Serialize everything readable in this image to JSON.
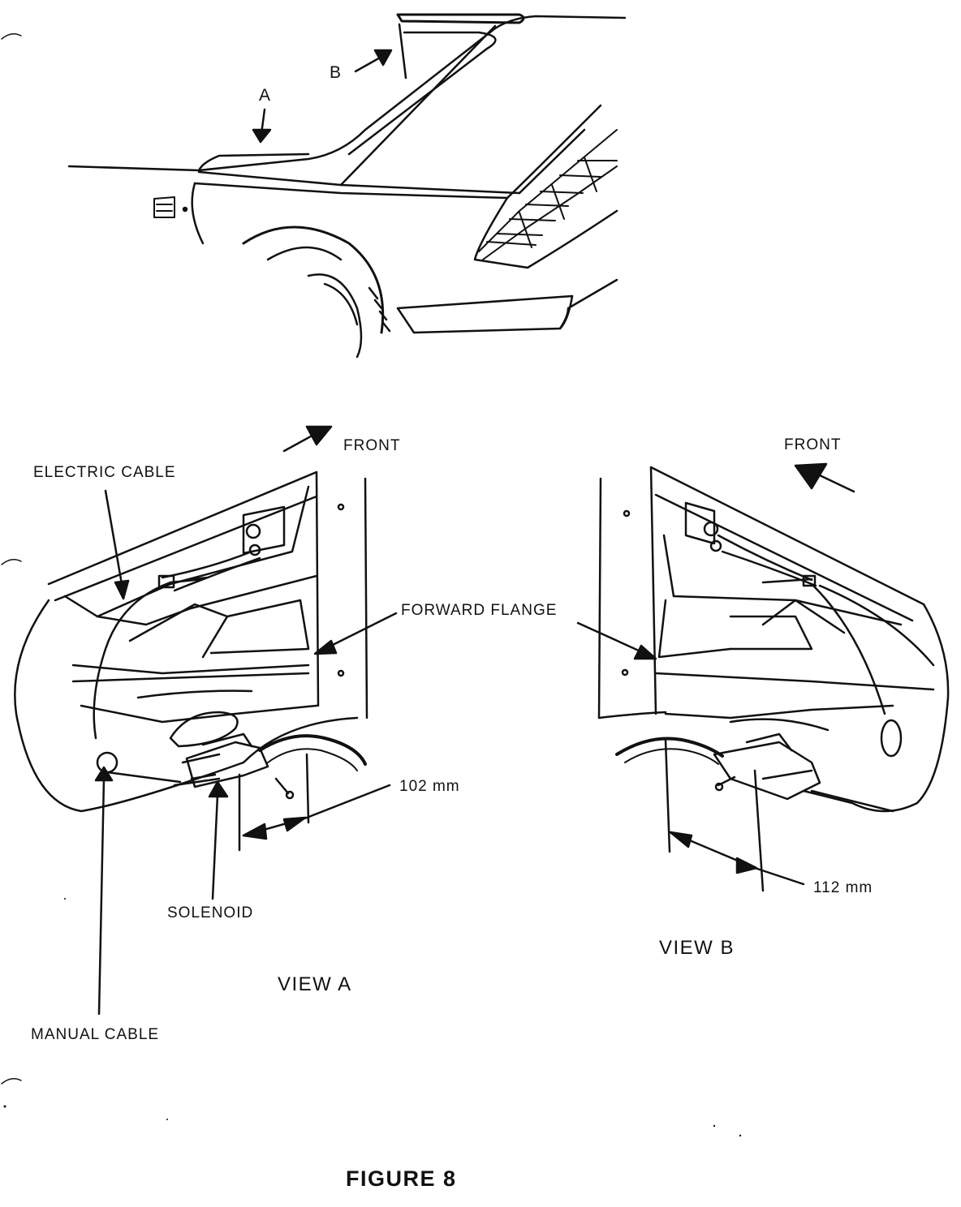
{
  "callouts": {
    "a": "A",
    "b": "B"
  },
  "view_a": {
    "front": "FRONT",
    "electric_cable": "ELECTRIC CABLE",
    "forward_flange": "FORWARD FLANGE",
    "dimension": "102 mm",
    "solenoid": "SOLENOID",
    "manual_cable": "MANUAL CABLE",
    "title": "VIEW A"
  },
  "view_b": {
    "front": "FRONT",
    "dimension": "112 mm",
    "title": "VIEW B"
  },
  "caption": "FIGURE 8",
  "colors": {
    "ink": "#111111",
    "paper": "#ffffff"
  }
}
